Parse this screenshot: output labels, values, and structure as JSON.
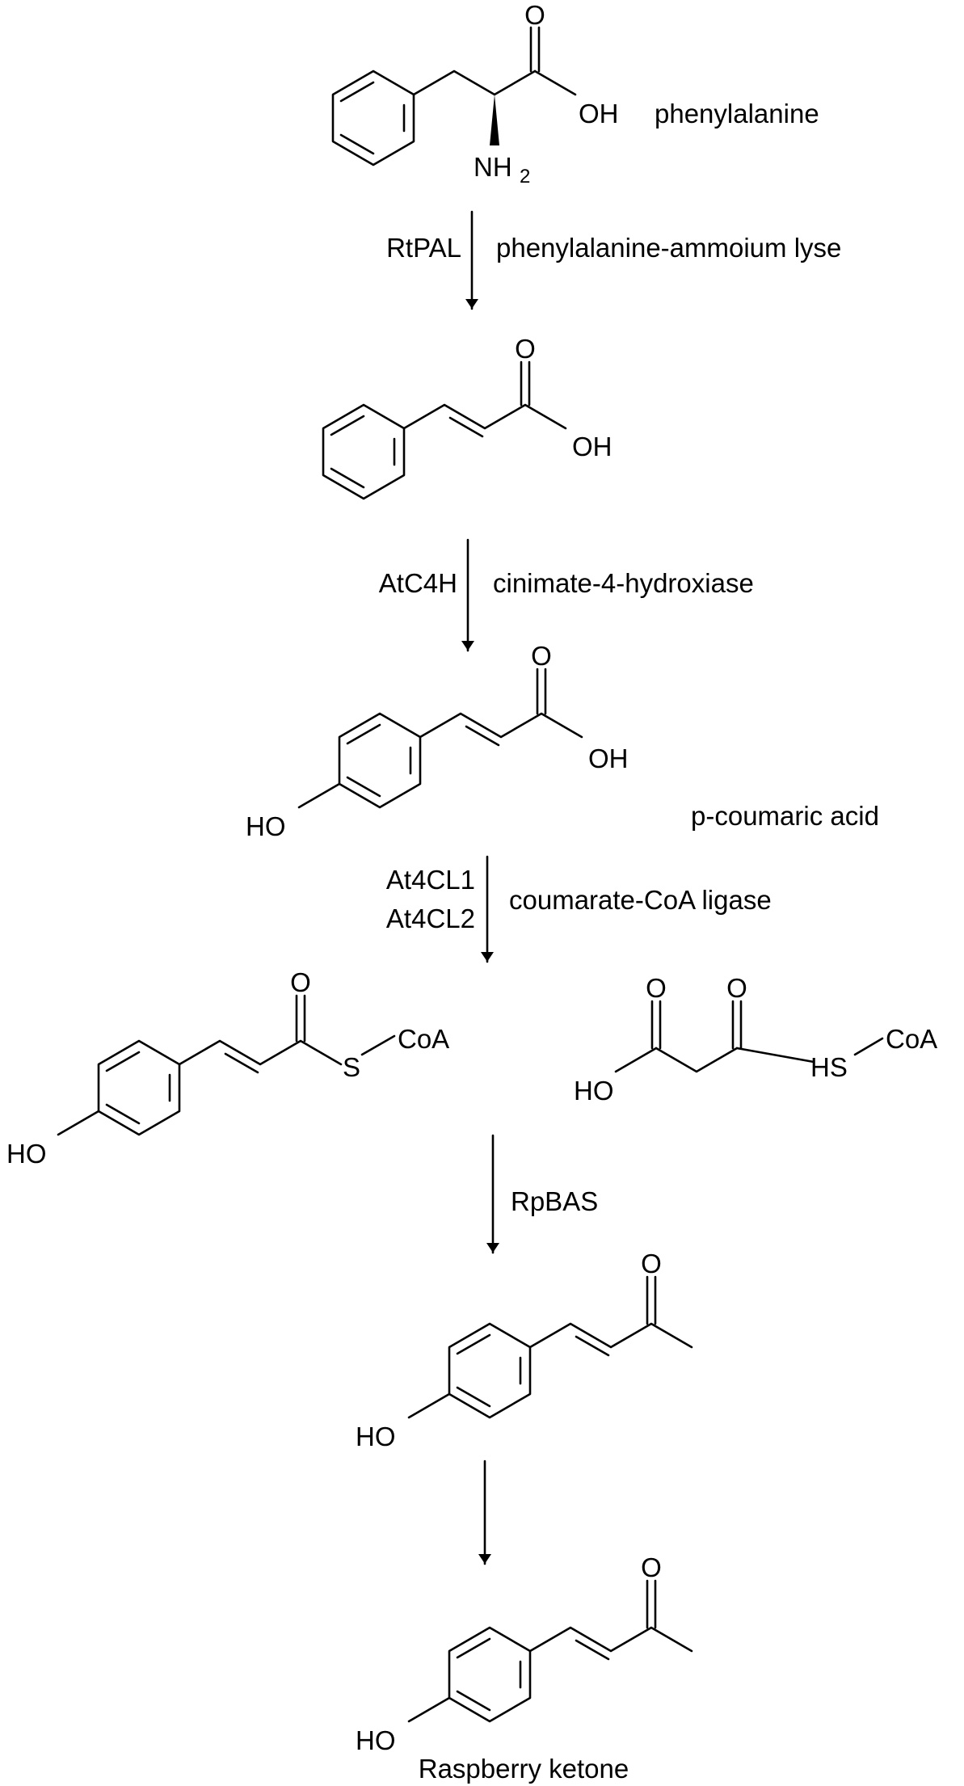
{
  "compounds": {
    "c1": {
      "carbonyl_o": "O",
      "hydroxyl": "OH",
      "amine": "NH",
      "amine_sub": "2",
      "name": "phenylalanine"
    },
    "c2": {
      "carbonyl_o": "O",
      "hydroxyl": "OH"
    },
    "c3": {
      "carbonyl_o": "O",
      "hydroxyl": "OH",
      "phenol": "HO",
      "name": "p-coumaric acid"
    },
    "c4": {
      "carbonyl_o": "O",
      "sulfur": "S",
      "coa": "CoA",
      "phenol": "HO"
    },
    "c5": {
      "carbonyl_o1": "O",
      "carbonyl_o2": "O",
      "hydroxyl": "HO",
      "thiol": "HS",
      "coa": "CoA"
    },
    "c6": {
      "carbonyl_o": "O",
      "phenol": "HO"
    },
    "c7": {
      "carbonyl_o": "O",
      "phenol": "HO",
      "name": "Raspberry ketone"
    }
  },
  "steps": [
    {
      "enzyme": "RtPAL",
      "description": "phenylalanine-ammoium lyse"
    },
    {
      "enzyme": "AtC4H",
      "description": "cinimate-4-hydroxiase"
    },
    {
      "enzyme_1": "At4CL1",
      "enzyme_2": "At4CL2",
      "description": "coumarate-CoA ligase"
    },
    {
      "enzyme": "RpBAS"
    },
    {}
  ]
}
